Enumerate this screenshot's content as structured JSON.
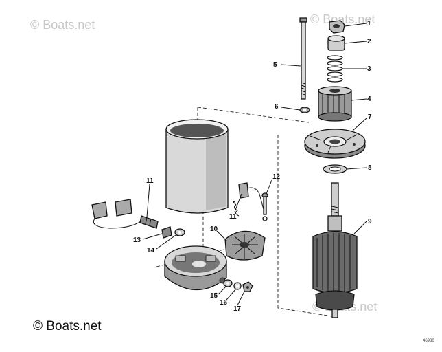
{
  "watermarks": {
    "top_left": "© Boats.net",
    "top_right": "© Boats.net",
    "bottom_left": "© Boats.net",
    "bottom_right": "© Boats.net"
  },
  "drawing_code": "46980",
  "callouts": {
    "c1": "1",
    "c2": "2",
    "c3": "3",
    "c4": "4",
    "c5": "5",
    "c6": "6",
    "c7": "7",
    "c8": "8",
    "c9": "9",
    "c10": "10",
    "c11a": "11",
    "c11b": "11",
    "c12": "12",
    "c13": "13",
    "c14": "14",
    "c15": "15",
    "c16": "16",
    "c17": "17"
  },
  "colors": {
    "ink": "#111111",
    "watermark": "#c8c8c8",
    "paper": "#ffffff"
  }
}
